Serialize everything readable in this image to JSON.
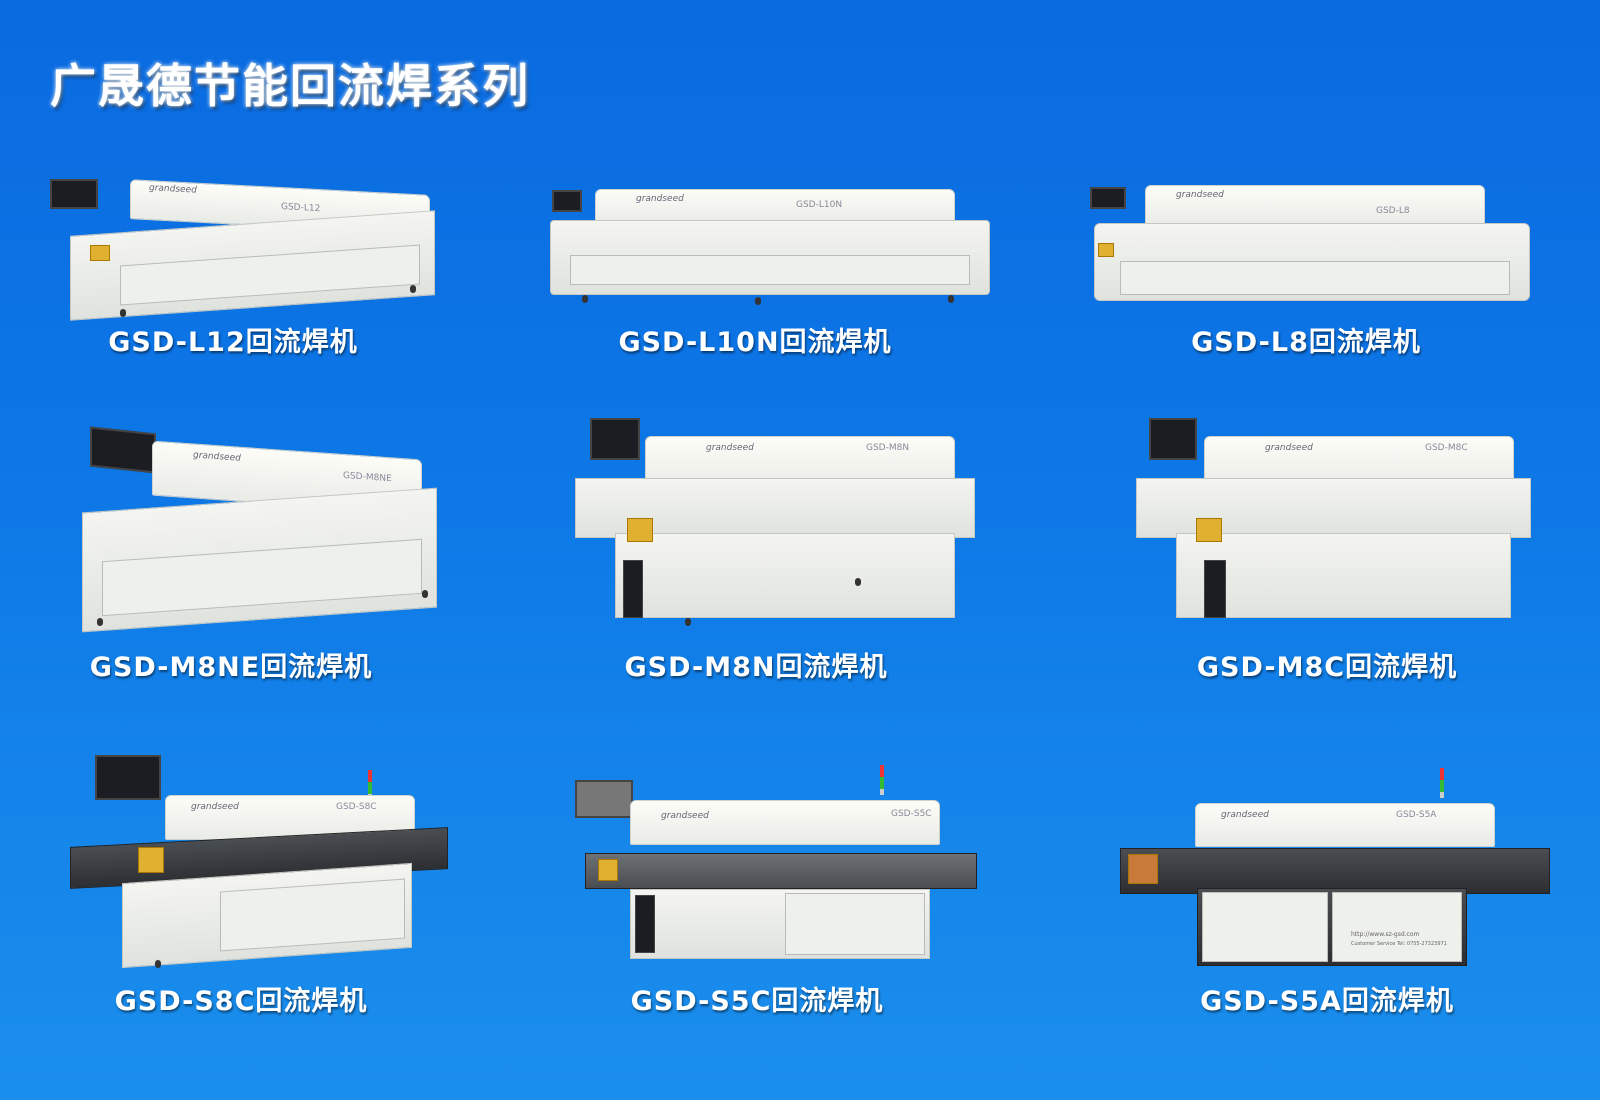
{
  "title": "广晟德节能回流焊系列",
  "brand_logo": "grandseed",
  "products": [
    {
      "label": "GSD-L12回流焊机",
      "model_plate": "GSD-L12"
    },
    {
      "label": "GSD-L10N回流焊机",
      "model_plate": "GSD-L10N"
    },
    {
      "label": "GSD-L8回流焊机",
      "model_plate": "GSD-L8"
    },
    {
      "label": "GSD-M8NE回流焊机",
      "model_plate": "GSD-M8NE"
    },
    {
      "label": "GSD-M8N回流焊机",
      "model_plate": "GSD-M8N"
    },
    {
      "label": "GSD-M8C回流焊机",
      "model_plate": "GSD-M8C"
    },
    {
      "label": "GSD-S8C回流焊机",
      "model_plate": "GSD-S8C"
    },
    {
      "label": "GSD-S5C回流焊机",
      "model_plate": "GSD-S5C"
    },
    {
      "label": "GSD-S5A回流焊机",
      "model_plate": "GSD-S5A"
    }
  ],
  "panel_text": {
    "url": "http://www.sz-gsd.com",
    "service": "Customer Service Tel: 0755-27323971"
  },
  "colors": {
    "background": "#0d78e6",
    "text": "#ffffff"
  }
}
